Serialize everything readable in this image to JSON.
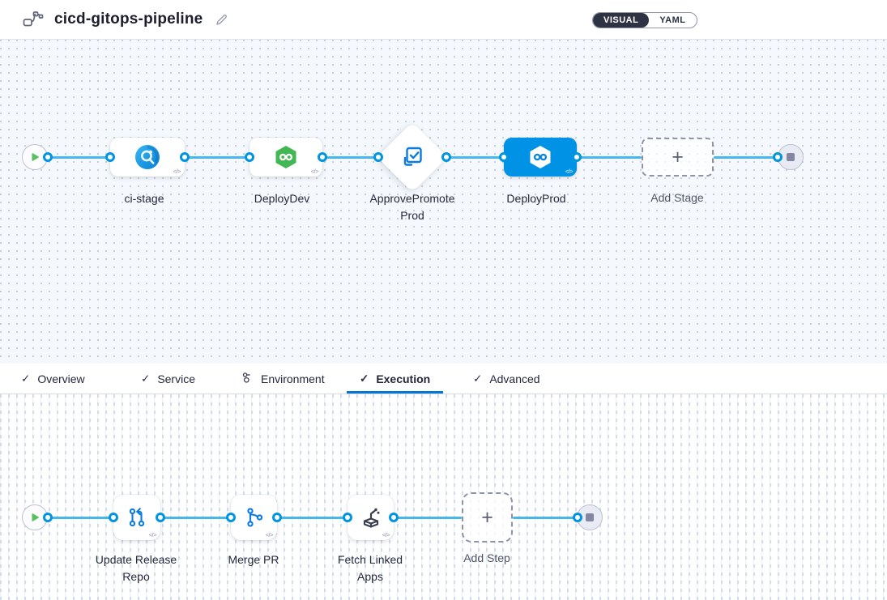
{
  "header": {
    "title": "cicd-gitops-pipeline",
    "toggle": {
      "visual": "VISUAL",
      "yaml": "YAML"
    }
  },
  "icons": {
    "check": "✓",
    "plus": "+",
    "code_badge": "</>"
  },
  "stage_canvas": {
    "stages": [
      {
        "label": "ci-stage",
        "type": "ci"
      },
      {
        "label": "DeployDev",
        "type": "cd"
      },
      {
        "label": "ApprovePromoteProd",
        "type": "approval"
      },
      {
        "label": "DeployProd",
        "type": "cd",
        "selected": true
      }
    ],
    "add_stage_label": "Add Stage"
  },
  "tabs": [
    {
      "label": "Overview",
      "icon": "check"
    },
    {
      "label": "Service",
      "icon": "check"
    },
    {
      "label": "Environment",
      "icon": "environment"
    },
    {
      "label": "Execution",
      "icon": "check",
      "active": true
    },
    {
      "label": "Advanced",
      "icon": "check"
    }
  ],
  "execution_canvas": {
    "steps": [
      {
        "label": "Update Release Repo"
      },
      {
        "label": "Merge PR"
      },
      {
        "label": "Fetch Linked Apps"
      }
    ],
    "add_step_label": "Add Step"
  },
  "colors": {
    "accent": "#0278d5",
    "selected_node": "#0092e4",
    "connector": "#45b7ea",
    "ring": "#0194e0",
    "cd_green": "#42b854",
    "toggle_dark": "#2e3344"
  }
}
